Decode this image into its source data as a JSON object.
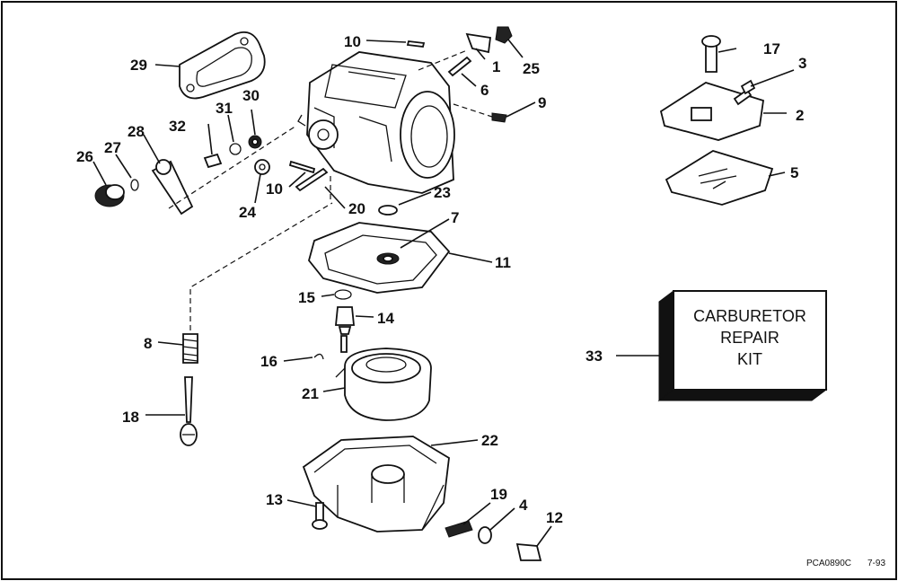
{
  "parts": {
    "p1": "1",
    "p2": "2",
    "p3": "3",
    "p4": "4",
    "p5": "5",
    "p6": "6",
    "p7": "7",
    "p8": "8",
    "p9": "9",
    "p10a": "10",
    "p10b": "10",
    "p11": "11",
    "p12": "12",
    "p13": "13",
    "p14": "14",
    "p15": "15",
    "p16": "16",
    "p17": "17",
    "p18": "18",
    "p19": "19",
    "p20": "20",
    "p21": "21",
    "p22": "22",
    "p23": "23",
    "p24": "24",
    "p25": "25",
    "p26": "26",
    "p27": "27",
    "p28": "28",
    "p29": "29",
    "p30": "30",
    "p31": "31",
    "p32": "32",
    "p33": "33"
  },
  "kit": {
    "line1": "CARBURETOR",
    "line2": "REPAIR",
    "line3": "KIT"
  },
  "footer": {
    "code": "PCA0890C",
    "date": "7-93"
  }
}
